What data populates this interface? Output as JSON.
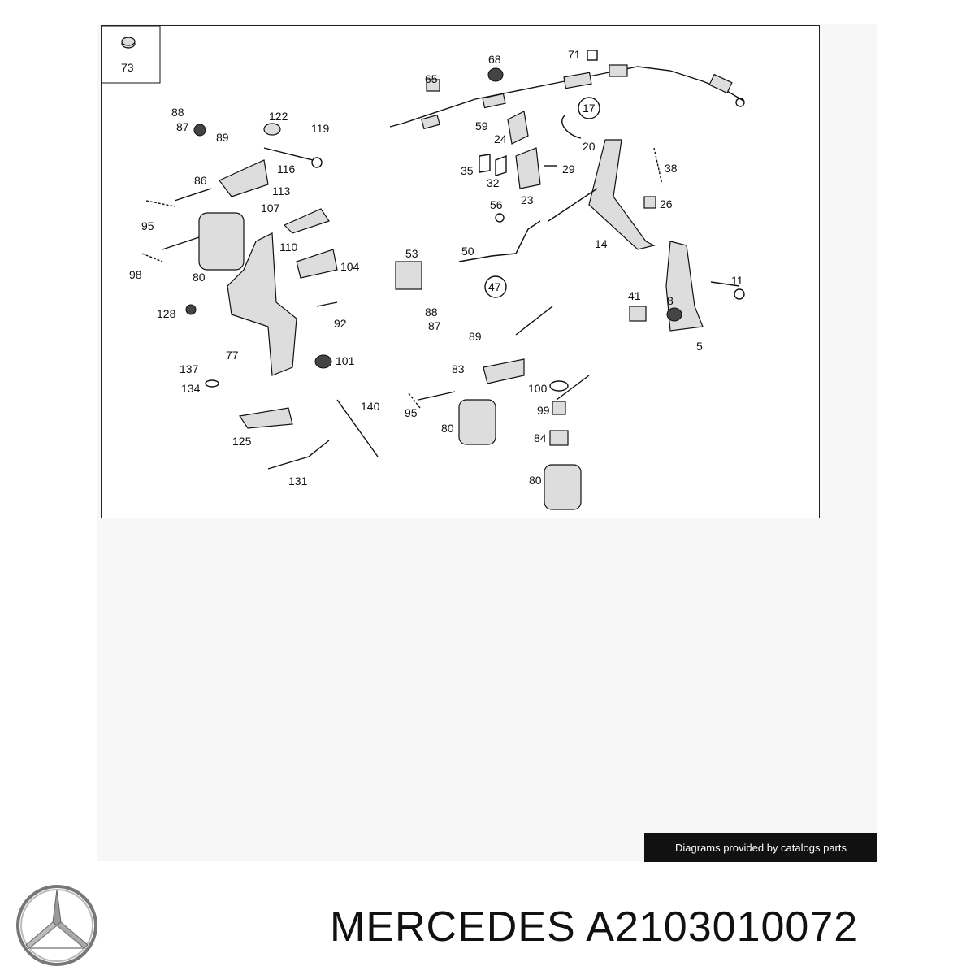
{
  "diagram": {
    "labels": {
      "l73": "73",
      "l68": "68",
      "l71": "71",
      "l65": "65",
      "l17": "17",
      "l59": "59",
      "l24": "24",
      "l20": "20",
      "l88a": "88",
      "l87a": "87",
      "l122": "122",
      "l119": "119",
      "l89a": "89",
      "l116": "116",
      "l86": "86",
      "l107": "107",
      "l113": "113",
      "l95a": "95",
      "l98": "98",
      "l80a": "80",
      "l110": "110",
      "l104": "104",
      "l35": "35",
      "l32": "32",
      "l29": "29",
      "l23": "23",
      "l38": "38",
      "l26": "26",
      "l56": "56",
      "l14": "14",
      "l53": "53",
      "l50": "50",
      "l47": "47",
      "l11": "11",
      "l41": "41",
      "l8": "8",
      "l5": "5",
      "l128": "128",
      "l92": "92",
      "l88b": "88",
      "l87b": "87",
      "l89b": "89",
      "l77": "77",
      "l137": "137",
      "l134": "134",
      "l101": "101",
      "l83": "83",
      "l100": "100",
      "l99": "99",
      "l95b": "95",
      "l80b": "80",
      "l140": "140",
      "l84": "84",
      "l125": "125",
      "l80c": "80",
      "l131": "131"
    }
  },
  "footer": {
    "credit": "Diagrams provided by catalogs parts",
    "brand_text": "MERCEDES A2103010072"
  },
  "colors": {
    "credit_bg": "#111111",
    "panel_bg": "#f7f7f7",
    "ink": "#111111"
  },
  "icons": {
    "logo": "mercedes-star-logo"
  }
}
